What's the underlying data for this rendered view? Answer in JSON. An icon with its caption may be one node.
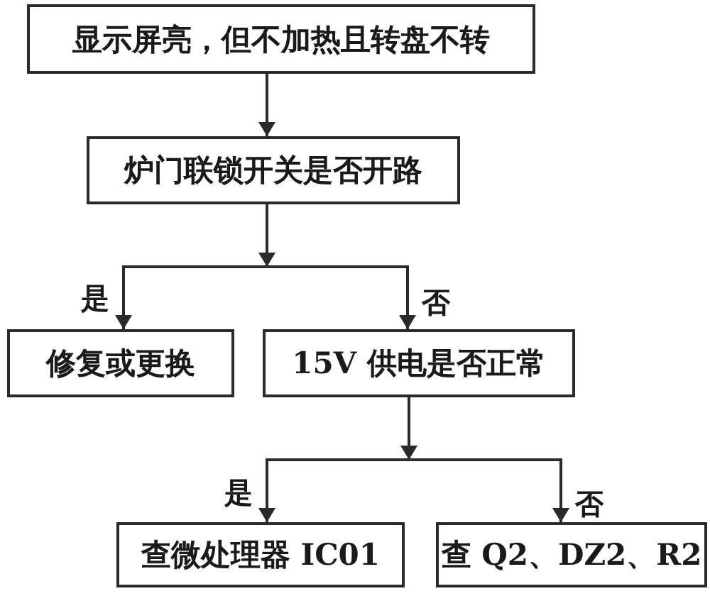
{
  "diagram": {
    "nodes": [
      {
        "text": [
          "显示屏亮，但不加热且转盘不转"
        ]
      },
      {
        "text": [
          "炉门联锁开关是否开路"
        ]
      },
      {
        "text": [
          "修复或更换"
        ]
      },
      {
        "text": [
          "15V 供电是否正常"
        ]
      },
      {
        "text": [
          "查微处理器 IC01"
        ]
      },
      {
        "text": [
          "查 Q2、DZ2、R2"
        ]
      }
    ],
    "edges": [
      {
        "from": 0,
        "to": 1,
        "arrow": "to"
      },
      {
        "from": 1,
        "to": 2,
        "arrow": "to",
        "label": "是"
      },
      {
        "from": 1,
        "to": 3,
        "arrow": "to",
        "label": "否"
      },
      {
        "from": 3,
        "to": 4,
        "arrow": "to",
        "label": "是"
      },
      {
        "from": 3,
        "to": 5,
        "arrow": "to",
        "label": "否"
      }
    ]
  }
}
